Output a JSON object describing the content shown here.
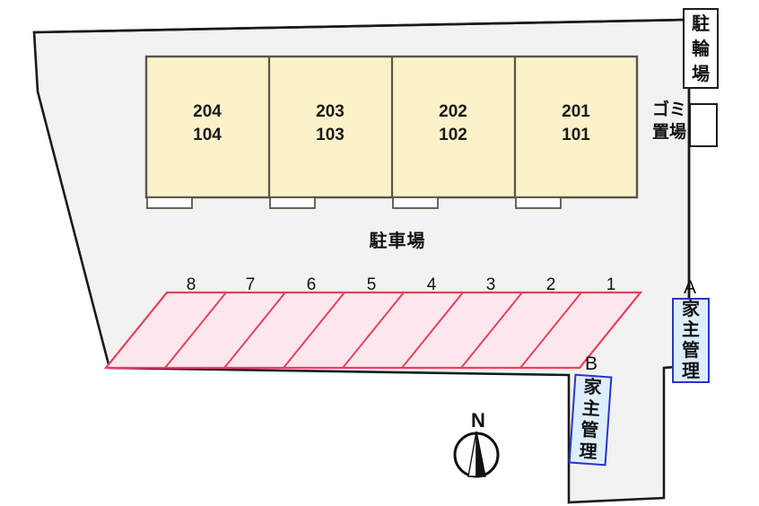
{
  "plan": {
    "title": "Apartment site plan",
    "colors": {
      "site_fill": "#f2f2f2",
      "site_stroke": "#1a1a1a",
      "building_fill": "#faf2c8",
      "building_stroke": "#5a544a",
      "parking_fill": "#fde7ee",
      "parking_stroke": "#e8415a",
      "managed_fill": "#ddeeff",
      "managed_stroke": "#2b33c8",
      "entrance_fill": "#ffffff",
      "text": "#111111"
    }
  },
  "building": {
    "units": [
      {
        "upper": "204",
        "lower": "104"
      },
      {
        "upper": "203",
        "lower": "103"
      },
      {
        "upper": "202",
        "lower": "102"
      },
      {
        "upper": "201",
        "lower": "101"
      }
    ]
  },
  "parking": {
    "heading": "駐車場",
    "stall_numbers": [
      "8",
      "7",
      "6",
      "5",
      "4",
      "3",
      "2",
      "1"
    ]
  },
  "facilities": {
    "bicycle_parking": {
      "label_chars": [
        "駐",
        "輪",
        "場"
      ]
    },
    "garbage_area": {
      "line1": "ゴミ",
      "line2": "置場"
    }
  },
  "managed_zones": [
    {
      "letter": "A",
      "label_chars": [
        "家",
        "主",
        "管",
        "理"
      ]
    },
    {
      "letter": "B",
      "label_chars": [
        "家",
        "主",
        "管",
        "理"
      ]
    }
  ],
  "compass": {
    "label": "N"
  }
}
